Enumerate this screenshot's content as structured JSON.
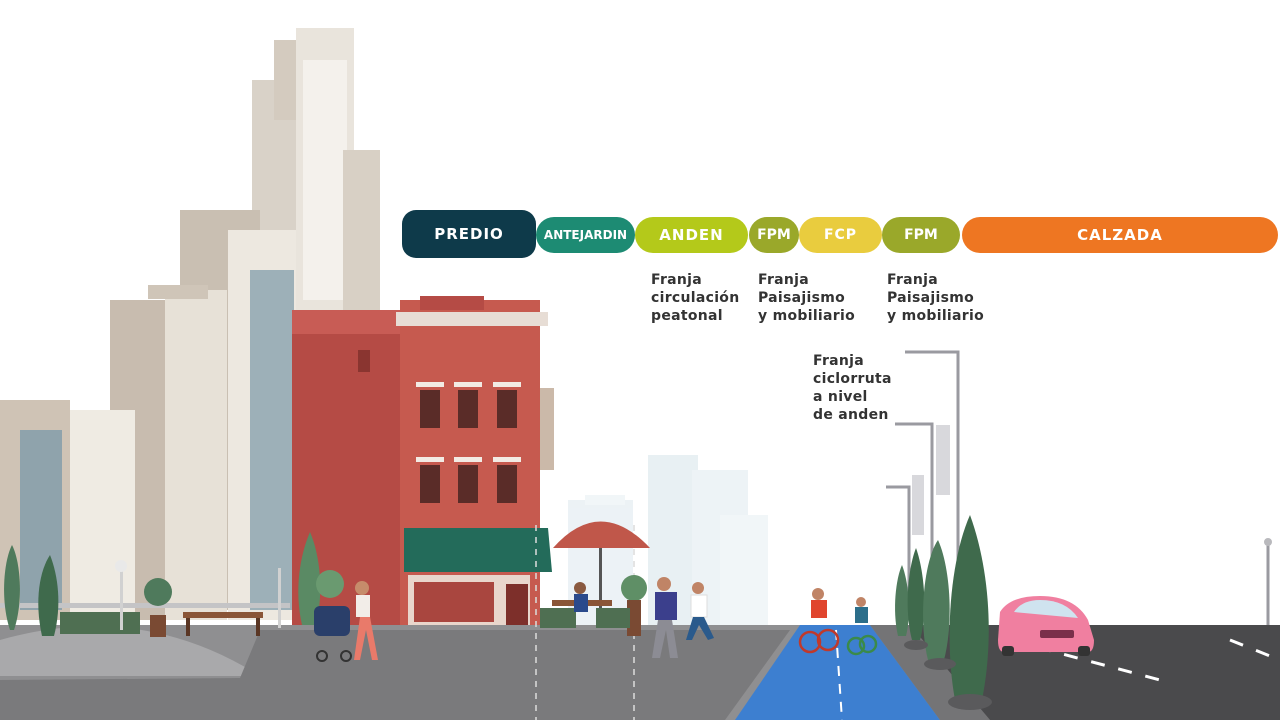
{
  "zones": [
    {
      "id": "predio",
      "label": "PREDIO",
      "color": "#0e3a4a"
    },
    {
      "id": "antejardin",
      "label": "ANTEJARDIN",
      "color": "#1d8b73"
    },
    {
      "id": "anden",
      "label": "ANDEN",
      "color": "#b4c91a"
    },
    {
      "id": "fpm_1",
      "label": "FPM",
      "color": "#9aa82a"
    },
    {
      "id": "fcp",
      "label": "FCP",
      "color": "#e9cc3e"
    },
    {
      "id": "fpm_2",
      "label": "FPM",
      "color": "#9aa82a"
    },
    {
      "id": "calzada",
      "label": "CALZADA",
      "color": "#ee7622"
    }
  ],
  "descriptions": {
    "franja_circulacion": "Franja\ncirculación\npeatonal",
    "franja_paisajismo_1": "Franja\nPaisajismo\ny mobiliario",
    "franja_paisajismo_2": "Franja\nPaisajismo\ny mobiliario",
    "franja_ciclorruta": "Franja\nciclorruta\na nivel\nde anden"
  },
  "colors": {
    "bike_lane": "#3d7fd0",
    "road": "#4a4a4c",
    "sidewalk": "#8f8f91",
    "building_red": "#c65a4f",
    "awning": "#236b5a",
    "tree": "#4f7a5c"
  }
}
